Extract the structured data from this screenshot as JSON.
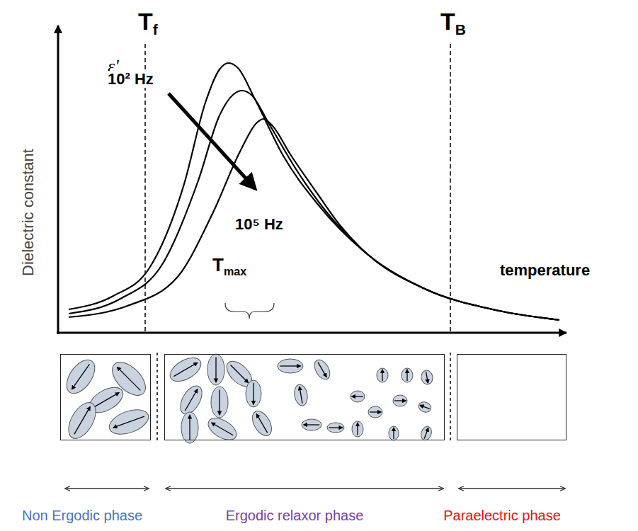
{
  "diagram": {
    "nodes": [
      {
        "text": [
          "Non Ergodic phase"
        ]
      },
      {
        "text": [
          "Ergodic relaxor phase"
        ]
      },
      {
        "text": [
          "Paraelectric phase"
        ]
      }
    ],
    "labels": [
      "Tf",
      "TB",
      "ε'",
      "10² Hz",
      "10⁵ Hz",
      "Tmax",
      "temperature",
      "Dielectric constant"
    ]
  }
}
